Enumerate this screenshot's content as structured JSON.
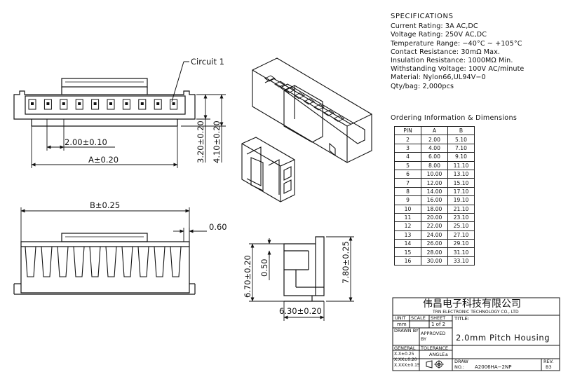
{
  "specifications": {
    "title": "SPECIFICATIONS",
    "lines": [
      "Current Rating: 3A AC,DC",
      "Voltage Rating: 250V AC,DC",
      "Temperature Range: −40°C ~ +105°C",
      "Contact Resistance: 30mΩ Max.",
      "Insulation Resistance: 1000MΩ Min.",
      "Withstanding Voltage: 100V AC/minute",
      "Material: Nylon66,UL94V−0",
      "Qty/bag: 2,000pcs"
    ]
  },
  "ordering": {
    "title": "Ordering Information & Dimensions",
    "headers": [
      "PIN",
      "A",
      "B"
    ],
    "rows": [
      [
        "2",
        "2.00",
        "5.10"
      ],
      [
        "3",
        "4.00",
        "7.10"
      ],
      [
        "4",
        "6.00",
        "9.10"
      ],
      [
        "5",
        "8.00",
        "11.10"
      ],
      [
        "6",
        "10.00",
        "13.10"
      ],
      [
        "7",
        "12.00",
        "15.10"
      ],
      [
        "8",
        "14.00",
        "17.10"
      ],
      [
        "9",
        "16.00",
        "19.10"
      ],
      [
        "10",
        "18.00",
        "21.10"
      ],
      [
        "11",
        "20.00",
        "23.10"
      ],
      [
        "12",
        "22.00",
        "25.10"
      ],
      [
        "13",
        "24.00",
        "27.10"
      ],
      [
        "14",
        "26.00",
        "29.10"
      ],
      [
        "15",
        "28.00",
        "31.10"
      ],
      [
        "16",
        "30.00",
        "33.10"
      ]
    ]
  },
  "dimensions": {
    "circuit_label": "Circuit 1",
    "pitch": "2.00±0.10",
    "a": "A±0.20",
    "h1": "3.20±0.20",
    "h2": "4.10±0.20",
    "b": "B±0.25",
    "t": "0.60",
    "side_h": "6.70±0.20",
    "side_small": "0.50",
    "side_h2": "7.80±0.25",
    "side_w": "6.30±0.20"
  },
  "title_block": {
    "company_cn": "伟昌电子科技有限公司",
    "company_en": "TRN ELECTRONIC TECHNOLOGY CO., LTD",
    "unit_label": "UNIT",
    "scale_label": "SCALE",
    "sheet_label": "SHEET",
    "title_label": "TITLE:",
    "unit_value": "mm",
    "sheet_value": "1 of 2",
    "drawn_by": "DRAWN BY",
    "approved_by": "APPROVED BY",
    "title_value": "2.0mm Pitch Housing",
    "general": "GENERAL",
    "tolerance": "TOLERANCE",
    "angle": "ANGLE±",
    "tol_lines": [
      "X.X±0.25",
      "X.XX±0.20",
      "X.XXX±0.15"
    ],
    "draw_label": "DRAW",
    "draw_no_label": "NO.:",
    "draw_no": "A2006HA−2NP",
    "rev_label": "REV.",
    "rev_value": "B3"
  }
}
